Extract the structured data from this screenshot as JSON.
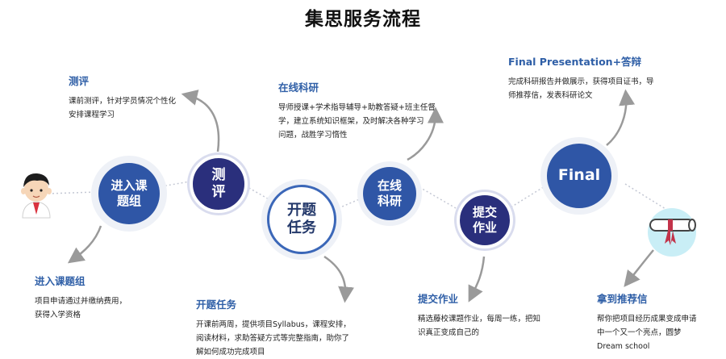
{
  "title": "集思服务流程",
  "nodes": {
    "enter": "进入课\n题组",
    "assess": "测\n评",
    "topic": "开题\n任务",
    "online": "在线\n科研",
    "submit": "提交\n作业",
    "final": "Final"
  },
  "steps": {
    "assess": {
      "heading": "测评",
      "desc": "课前测评，针对学员情况个性化\n安排课程学习"
    },
    "online": {
      "heading": "在线科研",
      "desc": "导师授课+学术指导辅导+助教答疑+班主任督\n学，建立系统知识框架，及时解决各种学习\n问题，战胜学习惰性"
    },
    "final": {
      "heading": "Final Presentation+答辩",
      "desc": "完成科研报告并做展示，获得项目证书，导\n师推荐信，发表科研论文"
    },
    "enter": {
      "heading": "进入课题组",
      "desc": "项目申请通过并缴纳费用，\n获得入学资格"
    },
    "topic": {
      "heading": "开题任务",
      "desc": "开课前两周，提供项目Syllabus，课程安排，\n阅读材料，求助答疑方式等完整指南，助你了\n解如何成功完成项目"
    },
    "submit": {
      "heading": "提交作业",
      "desc": "精选藤校课题作业，每周一练，把知\n识真正变成自己的"
    },
    "recommend": {
      "heading": "拿到推荐信",
      "desc": "帮你把项目经历成果变成申请\n中一个又一个亮点，圆梦\nDream school"
    }
  }
}
